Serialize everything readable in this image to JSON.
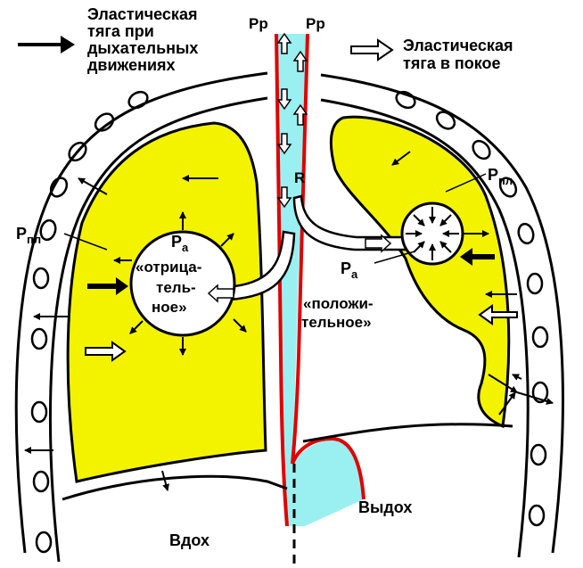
{
  "legend": {
    "breathing_line1": "Эластическая",
    "breathing_line2": "тяга при",
    "breathing_line3": "дыхательных",
    "breathing_line4": "движениях",
    "rest_line1": "Эластическая",
    "rest_line2": "тяга в покое"
  },
  "labels": {
    "pr": "Pр",
    "pleural_main": "P",
    "pleural_sub": "пл",
    "alveolar_main": "P",
    "alveolar_sub": "а",
    "negative_line1": "«отрица-",
    "negative_line2": "тель-",
    "negative_line3": "ное»",
    "positive_line1": "«положи-",
    "positive_line2": "тельное»",
    "resistance": "R",
    "inhale": "Вдох",
    "exhale": "Выдох"
  },
  "colors": {
    "lung_fill": "#f3f300",
    "airway_fill": "#9af0f0",
    "trachea_outline": "#e00000",
    "stroke": "#000000"
  }
}
